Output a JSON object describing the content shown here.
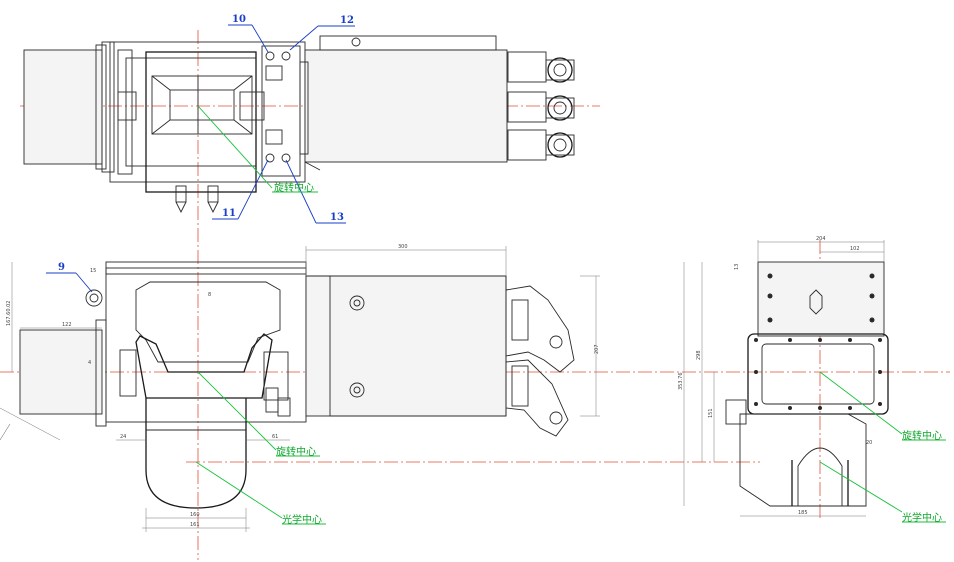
{
  "labels": {
    "rotation_center": "旋转中心",
    "optical_center": "光学中心"
  },
  "callouts": [
    "10",
    "12",
    "11",
    "13",
    "9"
  ],
  "dimensions": {
    "length_300": "300",
    "height_207": "207",
    "width_122": "122",
    "dim_15": "15",
    "dim_4": "4",
    "dim_24": "24",
    "dim_61": "61",
    "dim_160": "160",
    "dim_161": "161",
    "left_height": "167.60.02",
    "side_204": "204",
    "side_102": "102",
    "side_13": "13",
    "side_298": "298",
    "side_353": "353.76",
    "side_151": "151",
    "side_185": "185",
    "side_20": "20",
    "dim_8": "8"
  },
  "colors": {
    "callout": "#1a3ec8",
    "center_line": "#e0503a",
    "annotation": "#12a82e"
  }
}
